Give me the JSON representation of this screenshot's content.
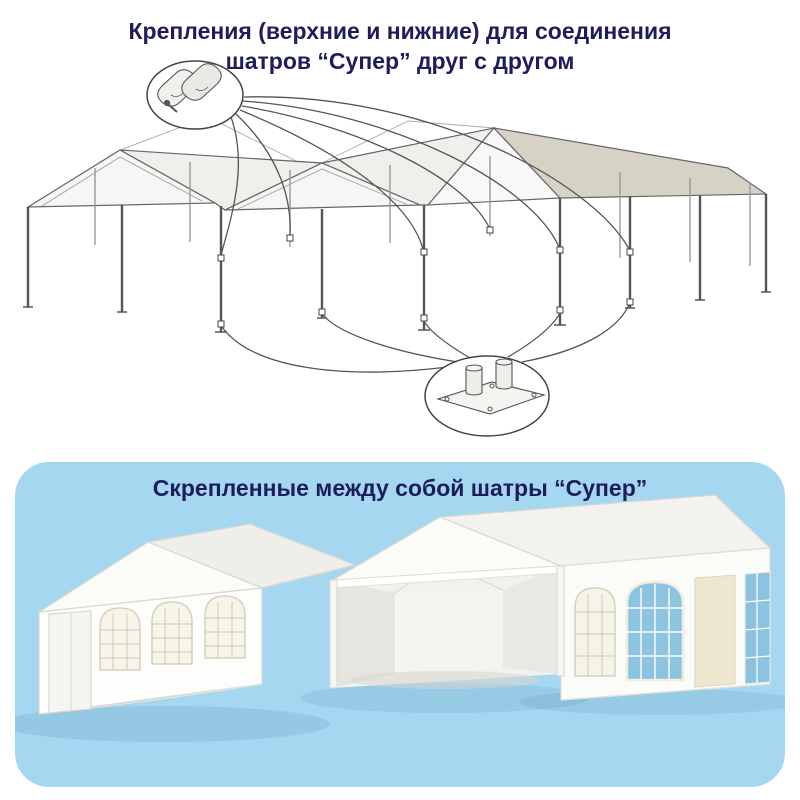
{
  "top_panel": {
    "title_line1": "Крепления (верхние и нижние) для соединения",
    "title_line2": "шатров “Супер” друг с другом"
  },
  "bottom_panel": {
    "title": "Скрепленные между собой шатры “Супер”"
  },
  "colors": {
    "title_text": "#1d1d5c",
    "panel_blue": "#a5d7f0",
    "diagram_line": "#555555",
    "roof_shade_beige": "#d6d3c6",
    "window_glass_blue": "#8cc3e1"
  }
}
